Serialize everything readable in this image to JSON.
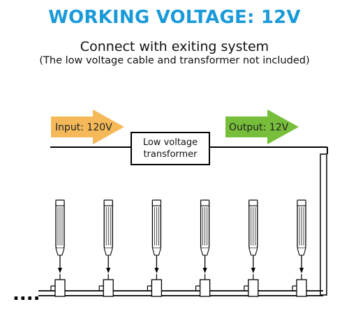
{
  "header": {
    "title": "WORKING VOLTAGE: 12V",
    "title_color": "#1a9ad9",
    "subtitle": "Connect with exiting system",
    "note": "(The low voltage cable and transformer not included)"
  },
  "diagram": {
    "input_label": "Input: 120V",
    "input_color": "#f5b95a",
    "output_label": "Output: 12V",
    "output_color": "#77bf3a",
    "transformer_line1": "Low voltage",
    "transformer_line2": "transformer",
    "continuation": "....",
    "light_count": 6
  }
}
